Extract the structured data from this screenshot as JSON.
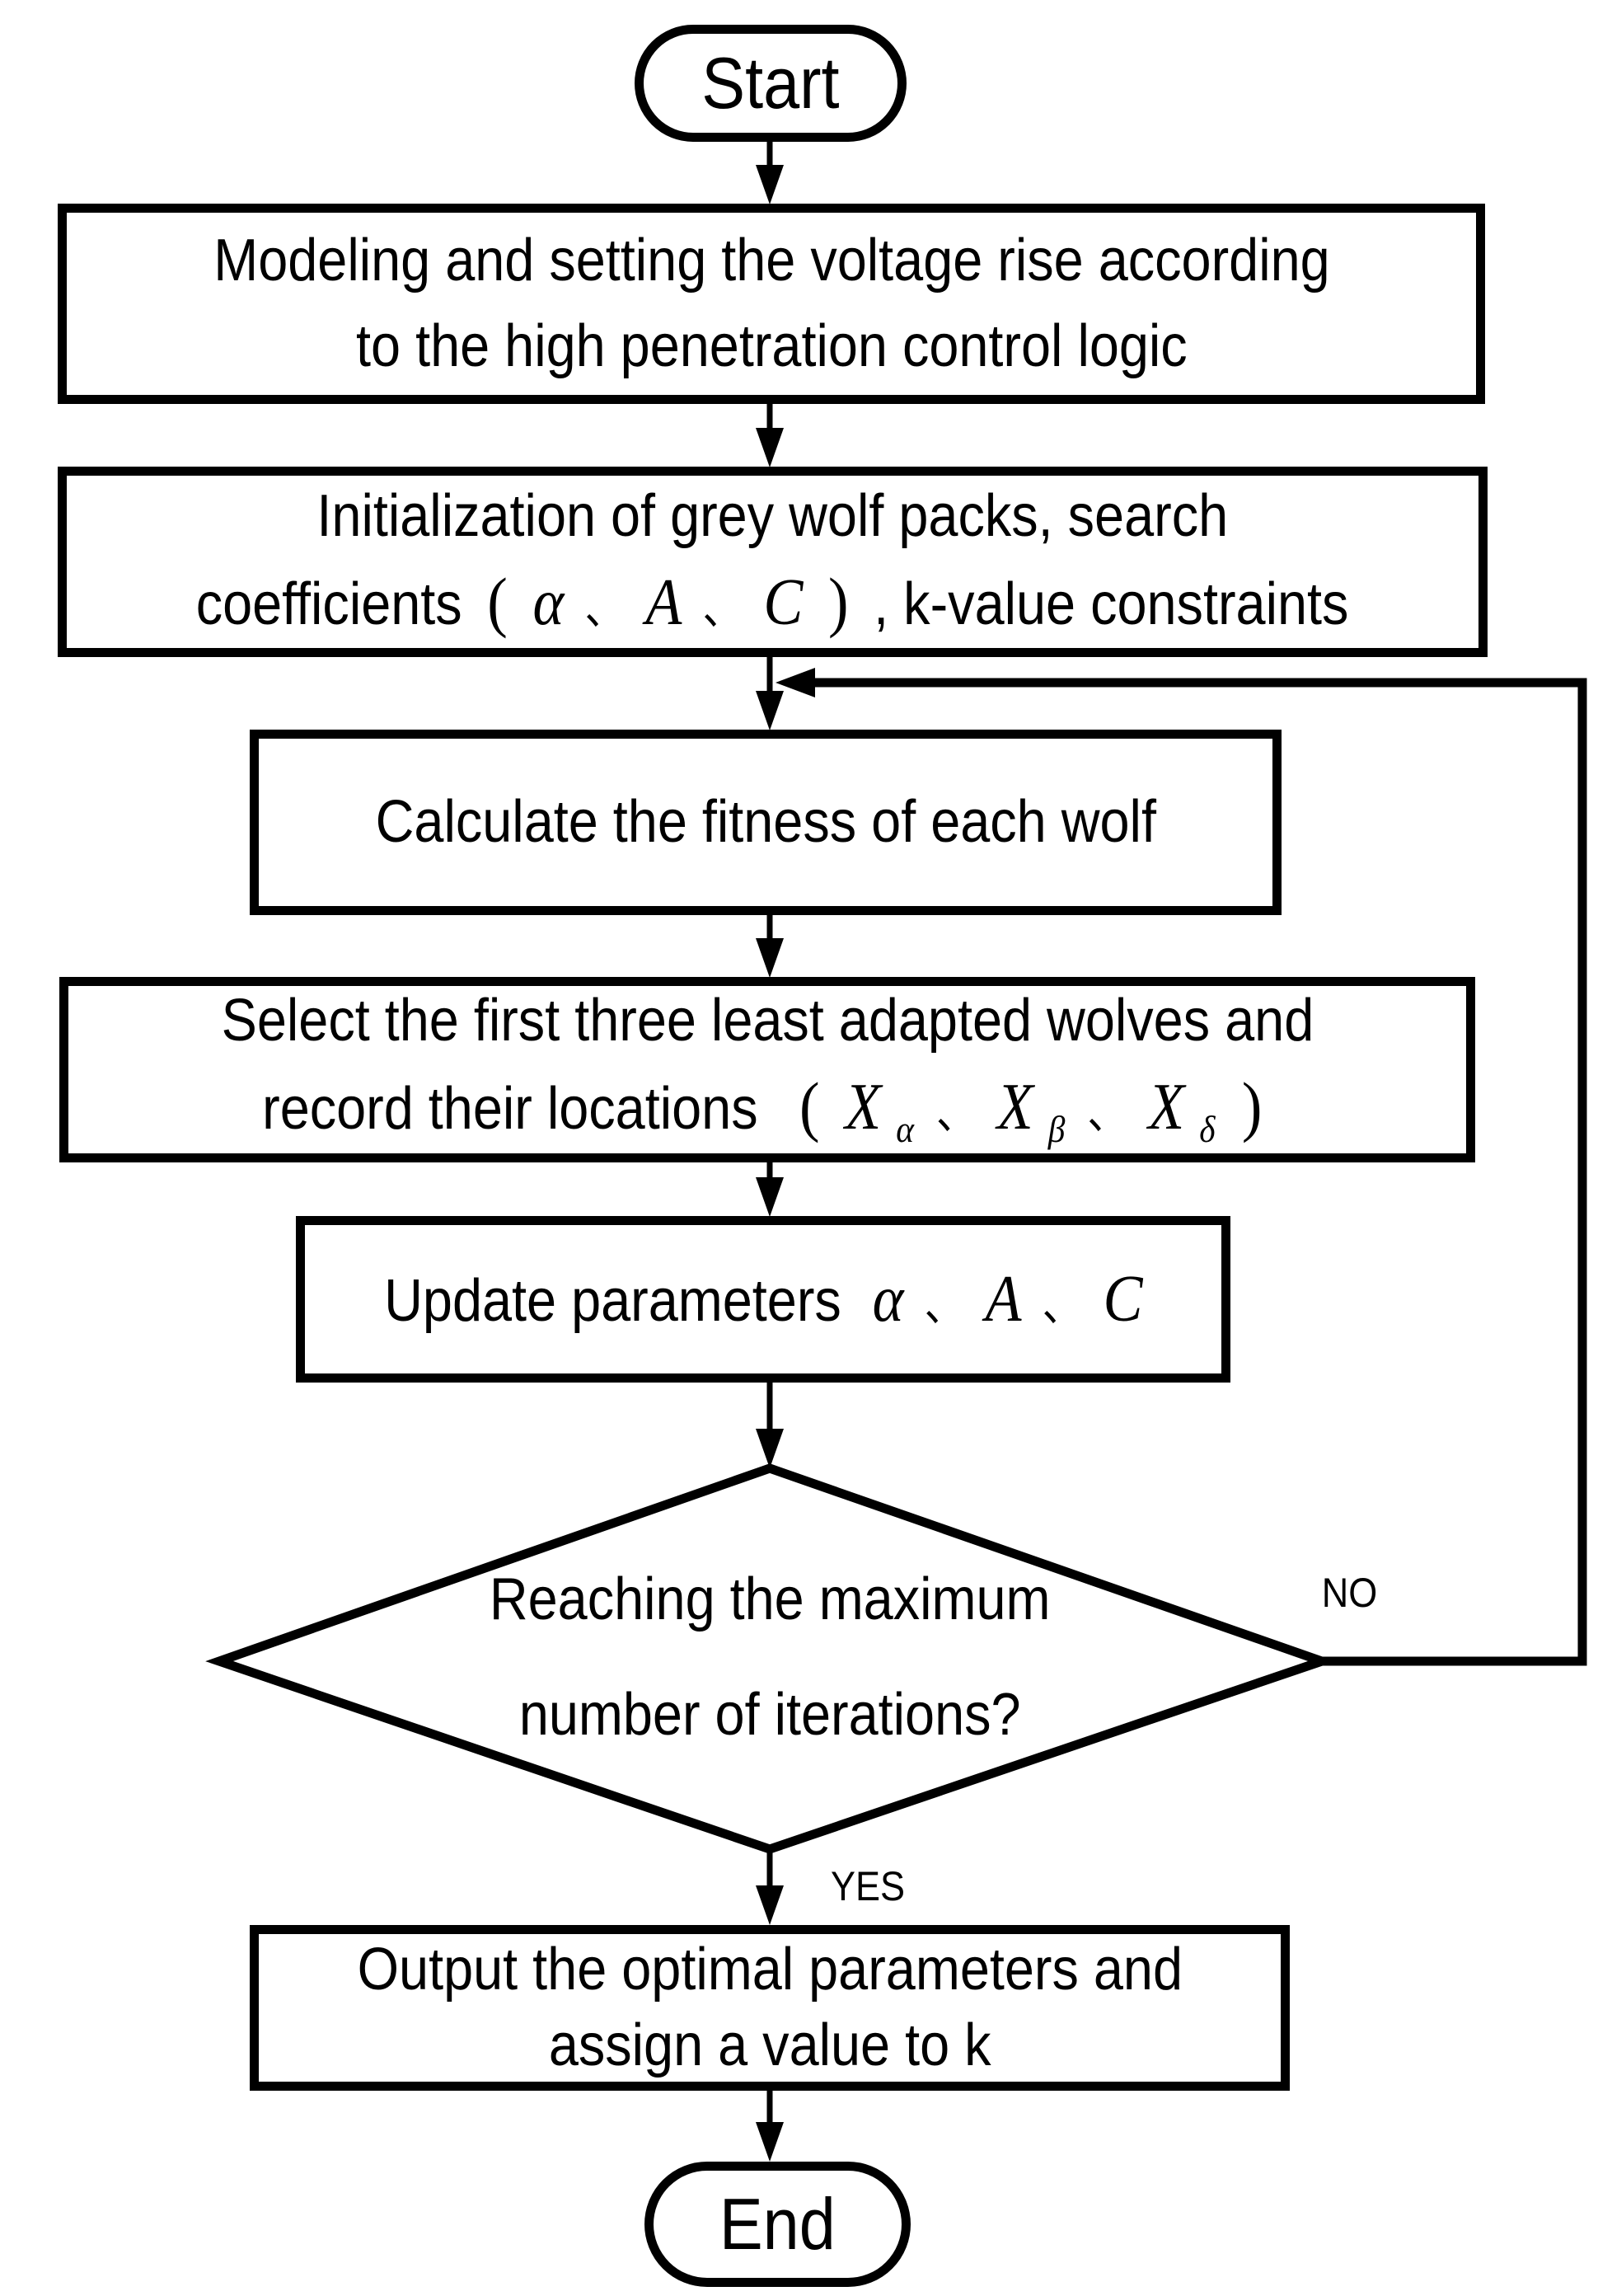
{
  "colors": {
    "ink": "#000000",
    "paper": "#ffffff"
  },
  "nodes": {
    "start": {
      "label": "Start"
    },
    "modeling": {
      "lines": [
        "Modeling and setting the voltage rise according",
        "to the high penetration control logic"
      ]
    },
    "initialization": {
      "line1": "Initialization of grey wolf packs, search",
      "line2": [
        {
          "t": "coefficients"
        },
        {
          "t": "("
        },
        {
          "t": "α"
        },
        {
          "t": "、"
        },
        {
          "t": "A"
        },
        {
          "t": "、"
        },
        {
          "t": "C"
        },
        {
          "t": ")"
        },
        {
          "t": ", k-value constraints"
        }
      ]
    },
    "fitness": {
      "label": "Calculate the fitness of each wolf"
    },
    "select": {
      "line1": "Select the first three least adapted wolves and",
      "line2": [
        {
          "t": "record their locations"
        },
        {
          "t": "("
        },
        {
          "t": "X"
        },
        {
          "t": "α"
        },
        {
          "t": "、"
        },
        {
          "t": "X"
        },
        {
          "t": "β"
        },
        {
          "t": "、"
        },
        {
          "t": "X"
        },
        {
          "t": "δ"
        },
        {
          "t": ")"
        }
      ]
    },
    "update": [
      {
        "t": "Update parameters"
      },
      {
        "t": "α"
      },
      {
        "t": "、"
      },
      {
        "t": "A"
      },
      {
        "t": "、"
      },
      {
        "t": "C"
      }
    ],
    "decision": {
      "lines": [
        "Reaching the maximum",
        "number of iterations?"
      ]
    },
    "output": {
      "lines": [
        "Output the optimal parameters and",
        "assign a value to k"
      ]
    },
    "end": {
      "label": "End"
    }
  },
  "edge_labels": {
    "no": "NO",
    "yes": "YES"
  }
}
